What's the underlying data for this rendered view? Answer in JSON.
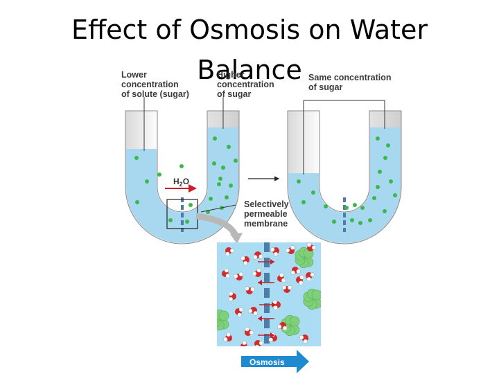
{
  "title": {
    "lines": [
      "Effect of Osmosis on Water",
      "Balance"
    ]
  },
  "diagram": {
    "labels": {
      "lower_solute": [
        "Lower",
        "concentration",
        "of solute (sugar)"
      ],
      "higher_solute": [
        "Higher",
        "concentration",
        "of sugar"
      ],
      "same_concentration": [
        "Same concentration",
        "of sugar"
      ],
      "membrane": [
        "Selectively",
        "permeable",
        "membrane"
      ],
      "water_left": "H",
      "water_sub": "2",
      "water_right": "O",
      "osmosis": "Osmosis"
    },
    "colors": {
      "water": "#a7d8f0",
      "water_zoom": "#aadcf3",
      "sugar": "#3cb84a",
      "sugar_cluster": "#7fd07a",
      "oxygen": "#d42a2a",
      "hydrogen": "#f5f5f5",
      "arrow": "#c8202a",
      "membrane": "#4d7ea8",
      "osmosis_arrow": "#1e8ad0",
      "tube": "#8a8a8a"
    }
  }
}
